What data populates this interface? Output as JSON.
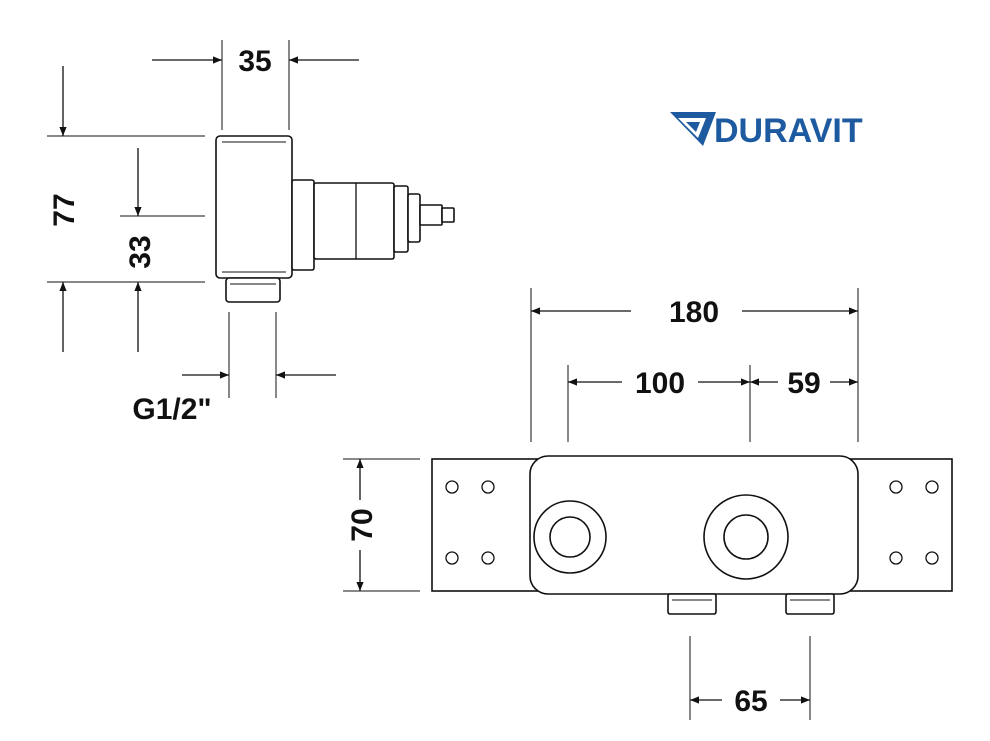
{
  "brand": {
    "name": "DURAVIT",
    "color": "#1e5aa0",
    "logo_icon": "duravit-swoosh-icon"
  },
  "dimensions": {
    "width_35": "35",
    "height_77": "77",
    "height_33": "33",
    "thread": "G1/2\"",
    "width_180": "180",
    "width_100": "100",
    "width_59": "59",
    "height_70": "70",
    "spacing_65": "65"
  },
  "colors": {
    "line": "#111111",
    "background": "#ffffff"
  }
}
